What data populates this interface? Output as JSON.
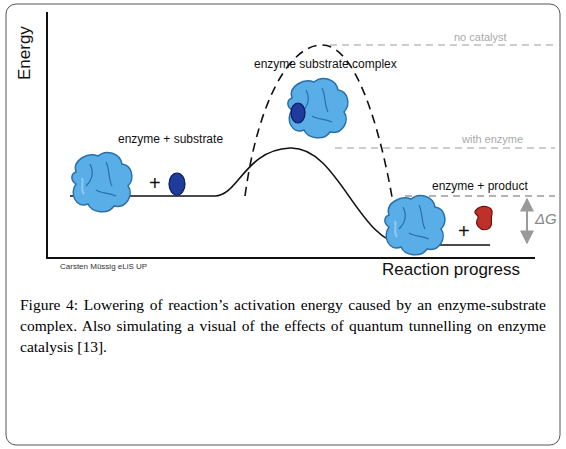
{
  "diagram": {
    "caption": "Figure 4: Lowering of reaction’s activation energy caused by an enzyme-substrate complex. Also simulating a visual of the effects of quantum tunnelling on enzyme catalysis [13].",
    "labels": [
      "Energy",
      "no catalyst",
      "enzyme substrate complex",
      "with enzyme",
      "enzyme + substrate",
      "+",
      "enzyme + product",
      "+",
      "ΔG",
      "Carsten Müssig eLiS UP",
      "Reaction progress"
    ]
  }
}
